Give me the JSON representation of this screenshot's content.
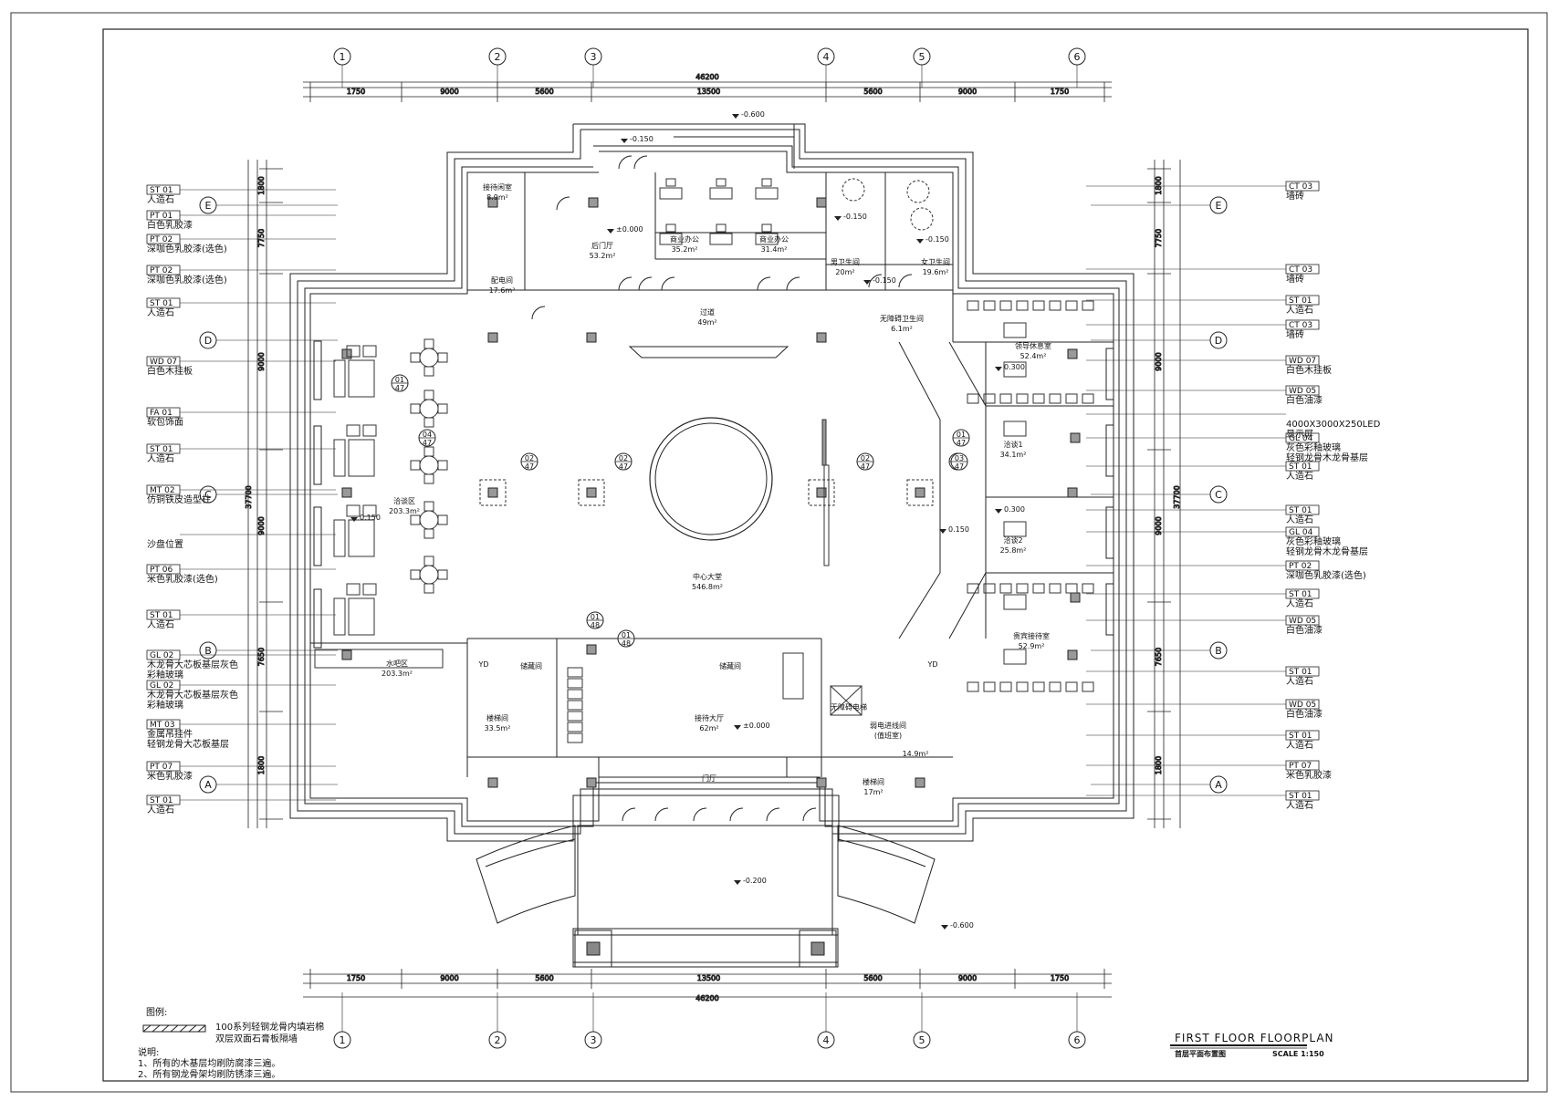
{
  "grid": {
    "columns": [
      "1",
      "2",
      "3",
      "4",
      "5",
      "6"
    ],
    "rows": [
      "E",
      "D",
      "C",
      "B",
      "A"
    ]
  },
  "dimensions": {
    "horizontal_segments": [
      "1750",
      "9000",
      "5600",
      "13500",
      "5600",
      "9000",
      "1750"
    ],
    "horizontal_total": "46200",
    "vertical_segments": [
      "1800",
      "7750",
      "9000",
      "9000",
      "7650",
      "1800"
    ],
    "vertical_total": "37700"
  },
  "left_legend": [
    {
      "code": "ST 01",
      "desc": [
        "人造石"
      ]
    },
    {
      "code": "PT 01",
      "desc": [
        "白色乳胶漆"
      ]
    },
    {
      "code": "PT 02",
      "desc": [
        "深咖色乳胶漆(选色)"
      ]
    },
    {
      "code": "PT 02",
      "desc": [
        "深咖色乳胶漆(选色)"
      ]
    },
    {
      "code": "ST 01",
      "desc": [
        "人造石"
      ]
    },
    {
      "code": "WD 07",
      "desc": [
        "白色木挂板"
      ]
    },
    {
      "code": "FA 01",
      "desc": [
        "软包饰面"
      ]
    },
    {
      "code": "ST 01",
      "desc": [
        "人造石"
      ]
    },
    {
      "code": "MT 02",
      "desc": [
        "仿铜铁皮造型柱"
      ]
    },
    {
      "code": "",
      "desc": [
        "沙盘位置"
      ]
    },
    {
      "code": "PT 06",
      "desc": [
        "米色乳胶漆(选色)"
      ]
    },
    {
      "code": "ST 01",
      "desc": [
        "人造石"
      ]
    },
    {
      "code": "GL 02",
      "desc": [
        "木龙骨大芯板基层灰色",
        "彩釉玻璃"
      ]
    },
    {
      "code": "GL 02",
      "desc": [
        "木龙骨大芯板基层灰色",
        "彩釉玻璃"
      ]
    },
    {
      "code": "MT 03",
      "desc": [
        "金属吊挂件",
        "轻钢龙骨大芯板基层"
      ]
    },
    {
      "code": "PT 07",
      "desc": [
        "米色乳胶漆"
      ]
    },
    {
      "code": "ST 01",
      "desc": [
        "人造石"
      ]
    }
  ],
  "right_legend": [
    {
      "code": "CT 03",
      "desc": [
        "墙砖"
      ]
    },
    {
      "code": "CT 03",
      "desc": [
        "墙砖"
      ]
    },
    {
      "code": "ST 01",
      "desc": [
        "人造石"
      ]
    },
    {
      "code": "CT 03",
      "desc": [
        "墙砖"
      ]
    },
    {
      "code": "WD 07",
      "desc": [
        "白色木挂板"
      ]
    },
    {
      "code": "WD 05",
      "desc": [
        "白色油漆"
      ]
    },
    {
      "code": "",
      "desc": [
        "4000X3000X250LED",
        "显示屏"
      ]
    },
    {
      "code": "GL 04",
      "desc": [
        "灰色彩釉玻璃",
        "轻钢龙骨木龙骨基层"
      ]
    },
    {
      "code": "ST 01",
      "desc": [
        "人造石"
      ]
    },
    {
      "code": "ST 01",
      "desc": [
        "人造石"
      ]
    },
    {
      "code": "GL 04",
      "desc": [
        "灰色彩釉玻璃",
        "轻钢龙骨木龙骨基层"
      ]
    },
    {
      "code": "PT 02",
      "desc": [
        "深咖色乳胶漆(选色)"
      ]
    },
    {
      "code": "ST 01",
      "desc": [
        "人造石"
      ]
    },
    {
      "code": "WD 05",
      "desc": [
        "白色油漆"
      ]
    },
    {
      "code": "ST 01",
      "desc": [
        "人造石"
      ]
    },
    {
      "code": "WD 05",
      "desc": [
        "白色油漆"
      ]
    },
    {
      "code": "ST 01",
      "desc": [
        "人造石"
      ]
    },
    {
      "code": "PT 07",
      "desc": [
        "米色乳胶漆"
      ]
    },
    {
      "code": "ST 01",
      "desc": [
        "人造石"
      ]
    }
  ],
  "rooms": [
    {
      "name": "接待闲室",
      "area": "8.9m²"
    },
    {
      "name": "后门厅",
      "area": "53.2m²"
    },
    {
      "name": "商业办公",
      "area": "35.2m²"
    },
    {
      "name": "商业办公",
      "area": "31.4m²"
    },
    {
      "name": "男卫生间",
      "area": "20m²"
    },
    {
      "name": "女卫生间",
      "area": "19.6m²"
    },
    {
      "name": "无障碍卫生间",
      "area": "6.1m²"
    },
    {
      "name": "配电间",
      "area": "17.6m²"
    },
    {
      "name": "过道",
      "area": "49m²"
    },
    {
      "name": "领导休息室",
      "area": "52.4m²"
    },
    {
      "name": "洽谈区",
      "area": "203.3m²"
    },
    {
      "name": "洽谈1",
      "area": "34.1m²"
    },
    {
      "name": "洽谈2",
      "area": "25.8m²"
    },
    {
      "name": "中心大堂",
      "area": "546.8m²"
    },
    {
      "name": "贵宾接待室",
      "area": "52.9m²"
    },
    {
      "name": "水吧区",
      "area": "203.3m²"
    },
    {
      "name": "储藏间",
      "area": ""
    },
    {
      "name": "储藏间",
      "area": ""
    },
    {
      "name": "楼梯间",
      "area": "33.5m²"
    },
    {
      "name": "接待大厅",
      "area": "62m²"
    },
    {
      "name": "无障碍电梯",
      "area": ""
    },
    {
      "name": "弱电进线间",
      "area": "(值班室)"
    },
    {
      "name": "",
      "area": "14.9m²"
    },
    {
      "name": "门厅",
      "area": ""
    },
    {
      "name": "楼梯间",
      "area": "17m²"
    }
  ],
  "levels": [
    "-0.600",
    "-0.150",
    "±0.000",
    "-0.150",
    "-0.150",
    "-0.150",
    "0.300",
    "0.150",
    "0.150",
    "0.300",
    "±0.000",
    "-0.200",
    "-0.600"
  ],
  "markers": [
    {
      "top": "01",
      "bottom": "47"
    },
    {
      "top": "04",
      "bottom": "47"
    },
    {
      "top": "02",
      "bottom": "47"
    },
    {
      "top": "02",
      "bottom": "47"
    },
    {
      "top": "02",
      "bottom": "47"
    },
    {
      "top": "02",
      "bottom": "47"
    },
    {
      "top": "01",
      "bottom": "47"
    },
    {
      "top": "03",
      "bottom": "47"
    },
    {
      "top": "01",
      "bottom": "48"
    },
    {
      "top": "01",
      "bottom": "48"
    }
  ],
  "room_tags": [
    "YD",
    "YD"
  ],
  "notes": {
    "legend_title": "图例:",
    "legend_lines": [
      "100系列轻钢龙骨内填岩棉",
      "双层双面石膏板隔墙"
    ],
    "notes_title": "说明:",
    "items": [
      "1、所有的木基层均刷防腐漆三遍。",
      "2、所有钢龙骨架均刷防锈漆三遍。"
    ]
  },
  "titleblock": {
    "title": "FIRST FLOOR FLOORPLAN",
    "subtitle": "首层平面布置图",
    "scale": "SCALE 1:150"
  }
}
